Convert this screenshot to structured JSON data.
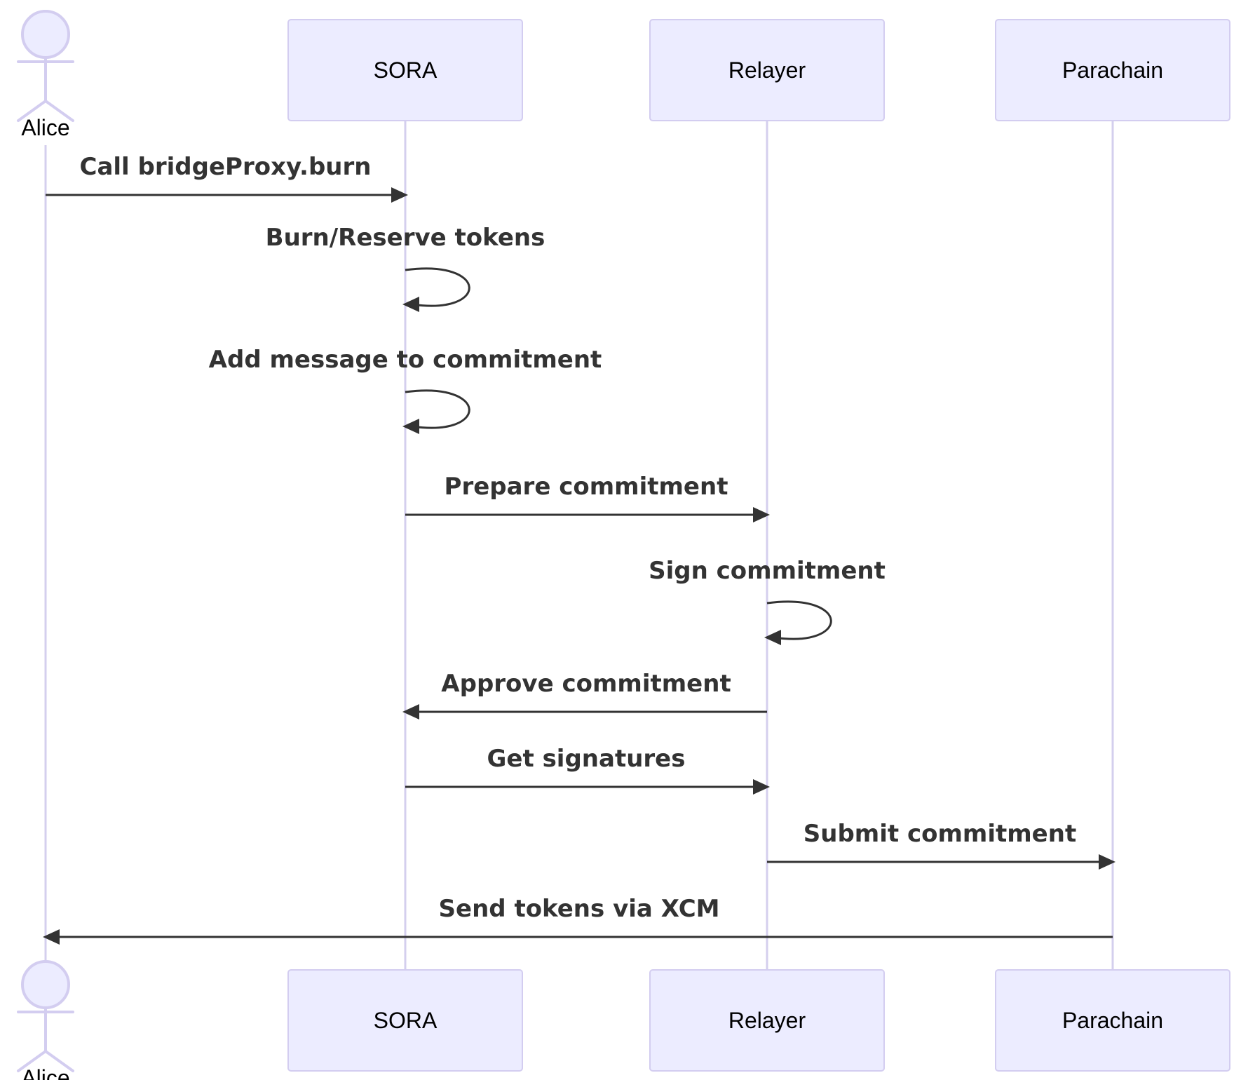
{
  "participants": [
    {
      "id": "alice",
      "label": "Alice",
      "kind": "actor"
    },
    {
      "id": "sora",
      "label": "SORA",
      "kind": "box"
    },
    {
      "id": "relayer",
      "label": "Relayer",
      "kind": "box"
    },
    {
      "id": "parachain",
      "label": "Parachain",
      "kind": "box"
    }
  ],
  "messages": [
    {
      "from": "alice",
      "to": "sora",
      "label": "Call bridgeProxy.burn"
    },
    {
      "from": "sora",
      "to": "sora",
      "label": "Burn/Reserve tokens"
    },
    {
      "from": "sora",
      "to": "sora",
      "label": "Add message to commitment"
    },
    {
      "from": "sora",
      "to": "relayer",
      "label": "Prepare commitment"
    },
    {
      "from": "relayer",
      "to": "relayer",
      "label": "Sign commitment"
    },
    {
      "from": "relayer",
      "to": "sora",
      "label": "Approve commitment"
    },
    {
      "from": "sora",
      "to": "relayer",
      "label": "Get signatures"
    },
    {
      "from": "relayer",
      "to": "parachain",
      "label": "Submit commitment"
    },
    {
      "from": "parachain",
      "to": "alice",
      "label": "Send tokens via XCM"
    }
  ]
}
